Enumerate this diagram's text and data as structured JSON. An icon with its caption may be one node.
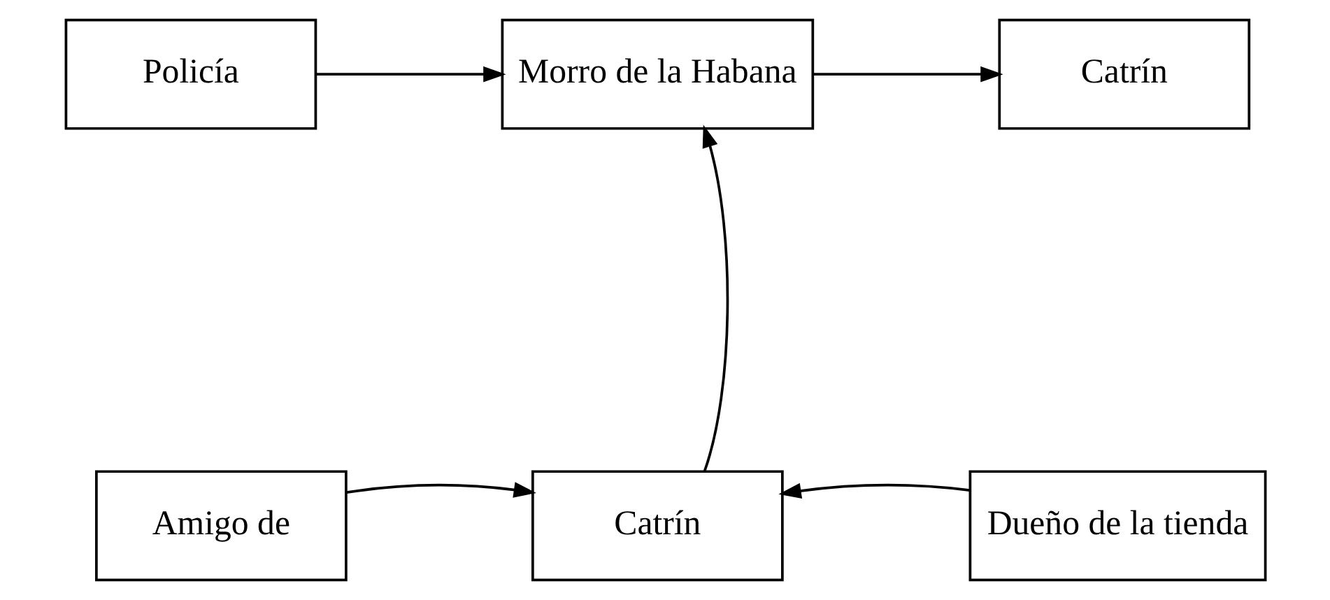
{
  "diagram": {
    "nodes": [
      {
        "text": [
          "Policía"
        ]
      },
      {
        "text": [
          "Morro de la Habana"
        ]
      },
      {
        "text": [
          "Catrín"
        ]
      },
      {
        "text": [
          "Amigo de"
        ]
      },
      {
        "text": [
          "Catrín"
        ]
      },
      {
        "text": [
          "Dueño de la tienda"
        ]
      }
    ],
    "edges": [
      {
        "from": 0,
        "to": 1,
        "arrow": "to"
      },
      {
        "from": 1,
        "to": 2,
        "arrow": "to"
      },
      {
        "from": 4,
        "to": 1,
        "arrow": "to"
      },
      {
        "from": 3,
        "to": 4,
        "arrow": "to"
      },
      {
        "from": 5,
        "to": 4,
        "arrow": "to"
      }
    ]
  }
}
